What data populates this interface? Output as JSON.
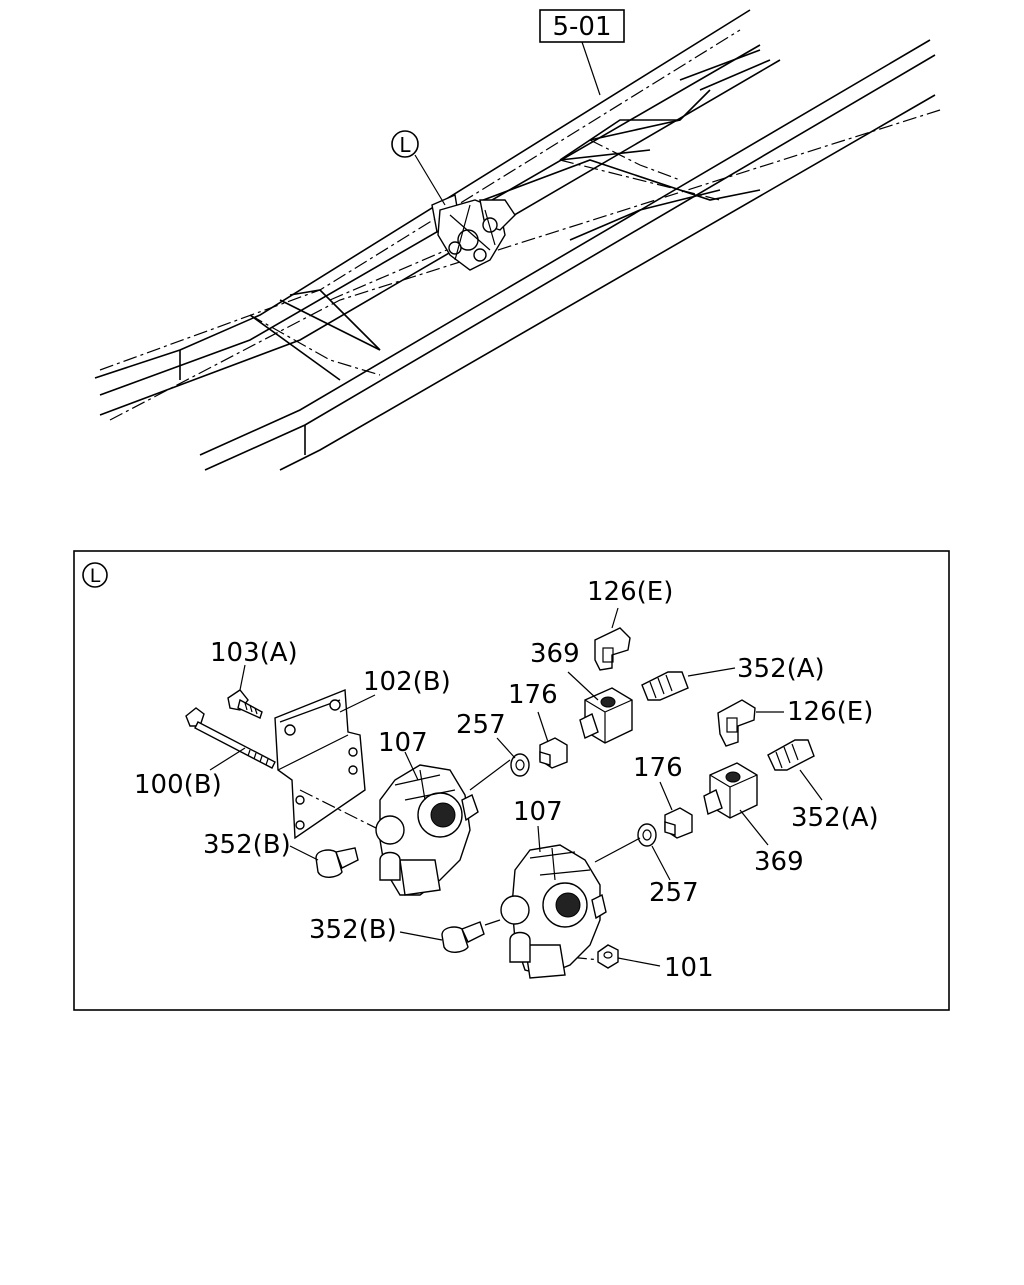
{
  "overview": {
    "ref_box": "5-01",
    "callout_letter": "L"
  },
  "detail": {
    "callout_letter": "L",
    "labels": {
      "p126E_top": "126(E)",
      "p369_top": "369",
      "p352A_top": "352(A)",
      "p103A": "103(A)",
      "p102B": "102(B)",
      "p176_top": "176",
      "p257_top": "257",
      "p126E_mid": "126(E)",
      "p107_top": "107",
      "p100B": "100(B)",
      "p176_mid": "176",
      "p107_mid": "107",
      "p352A_mid": "352(A)",
      "p352B_top": "352(B)",
      "p369_bottom": "369",
      "p257_bottom": "257",
      "p352B_bottom": "352(B)",
      "p101": "101"
    }
  }
}
